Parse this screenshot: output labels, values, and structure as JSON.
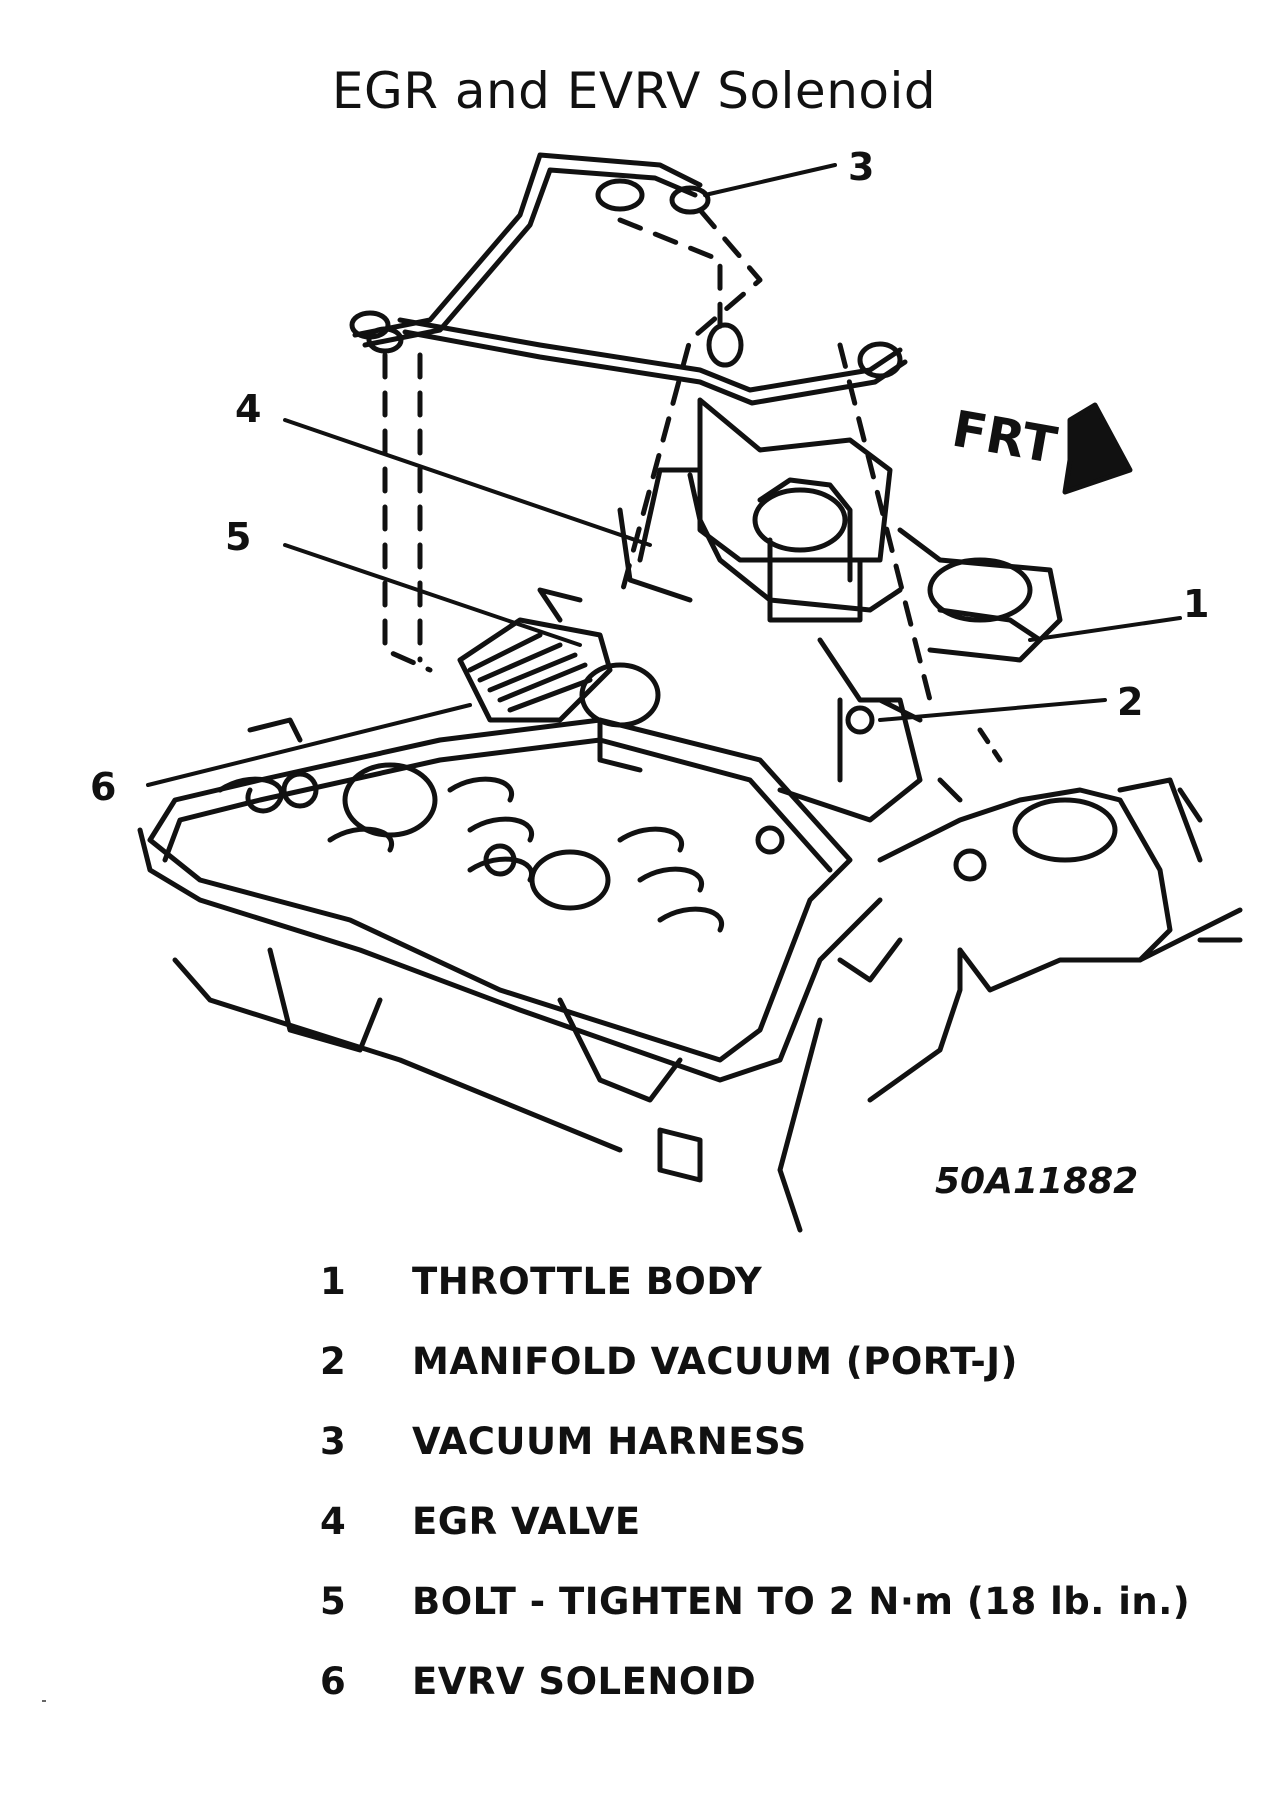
{
  "title": "EGR and EVRV Solenoid",
  "figure_id": "50A11882",
  "direction_label": "FRT",
  "callouts": [
    "1",
    "2",
    "3",
    "4",
    "5",
    "6"
  ],
  "legend": [
    {
      "num": "1",
      "text": "THROTTLE BODY"
    },
    {
      "num": "2",
      "text": "MANIFOLD VACUUM (PORT-J)"
    },
    {
      "num": "3",
      "text": "VACUUM HARNESS"
    },
    {
      "num": "4",
      "text": "EGR VALVE"
    },
    {
      "num": "5",
      "text": "BOLT - TIGHTEN TO 2 N·m (18 lb. in.)"
    },
    {
      "num": "6",
      "text": "EVRV SOLENOID"
    }
  ]
}
